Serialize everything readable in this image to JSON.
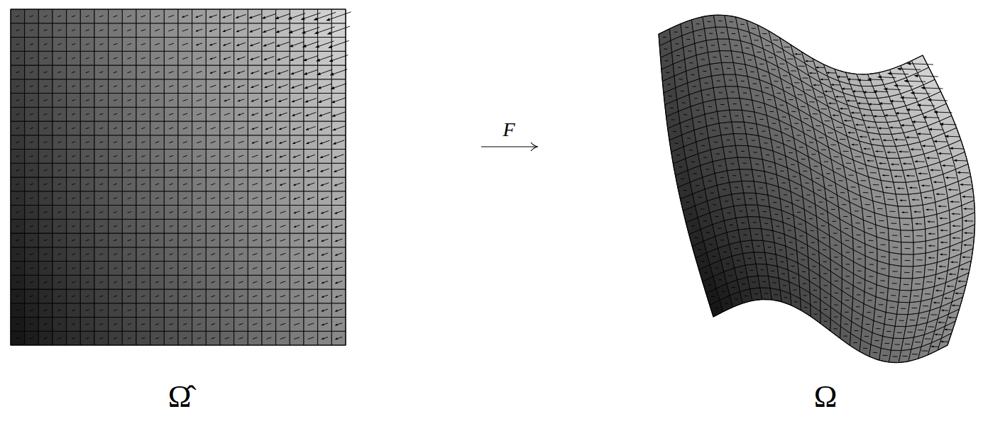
{
  "diagram": {
    "labels": [
      "F",
      "Ω̂",
      "Ω"
    ]
  }
}
